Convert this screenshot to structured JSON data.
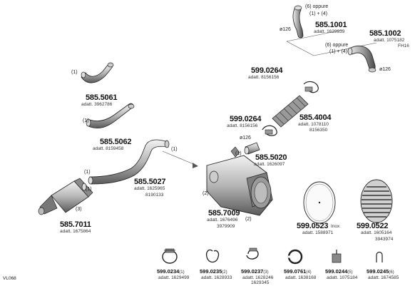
{
  "catalog_code": "VL068",
  "parts": [
    {
      "id": "585.1001",
      "addl": "adatt. 1629939",
      "callout": "(6) oppure",
      "callout2": "(1) + (4)",
      "dim": "ø126"
    },
    {
      "id": "585.1002",
      "addl": "adatt. 1075182",
      "extra": "FH16",
      "callout": "(6) oppure",
      "callout2": "(1) + (4)",
      "dim": "ø126"
    },
    {
      "id": "585.5061",
      "addl": "adatt. 3962786",
      "callout": "(1)"
    },
    {
      "id": "585.5062",
      "addl": "adatt. 8159458",
      "callout": "(1)"
    },
    {
      "id": "599.0264",
      "addl": "adatt. 8156156"
    },
    {
      "id": "585.4004",
      "addl": "adatt. 1078110",
      "addl2": "8156350"
    },
    {
      "id": "599.0264",
      "addl": "adatt. 8156156"
    },
    {
      "id": "585.5020",
      "addl": "adatt. 1626097",
      "dim": "ø126"
    },
    {
      "id": "585.5027",
      "addl": "adatt. 1625965",
      "addl2": "8190133",
      "callout": "(1)",
      "callout2": "(1)"
    },
    {
      "id": "585.7011",
      "addl": "adatt. 1675864",
      "callout": "(1)",
      "callout2": "(3)"
    },
    {
      "id": "585.7009",
      "addl": "adatt. 1676496",
      "addl2": "3979909",
      "callout": "(1)",
      "callout2": "(2)",
      "callout3": "(2)"
    },
    {
      "id": "599.0523",
      "addl": "adatt. 1588971",
      "extra": "Inox"
    },
    {
      "id": "599.0522",
      "addl": "adatt. 1605164",
      "addl2": "3943974"
    }
  ],
  "clamps": [
    {
      "id": "599.0234",
      "note": "(1)",
      "addl": "adatt. 1629499"
    },
    {
      "id": "599.0235",
      "note": "(2)",
      "addl": "adatt. 1628933"
    },
    {
      "id": "599.0237",
      "note": "(3)",
      "addl": "adatt. 1628246",
      "addl2": "1629345"
    },
    {
      "id": "599.0761",
      "note": "(4)",
      "addl": "adatt. 1638168"
    },
    {
      "id": "599.0244",
      "note": "(5)",
      "addl": "adatt. 1075184"
    },
    {
      "id": "599.0245",
      "note": "(6)",
      "addl": "adatt. 1674585"
    }
  ]
}
